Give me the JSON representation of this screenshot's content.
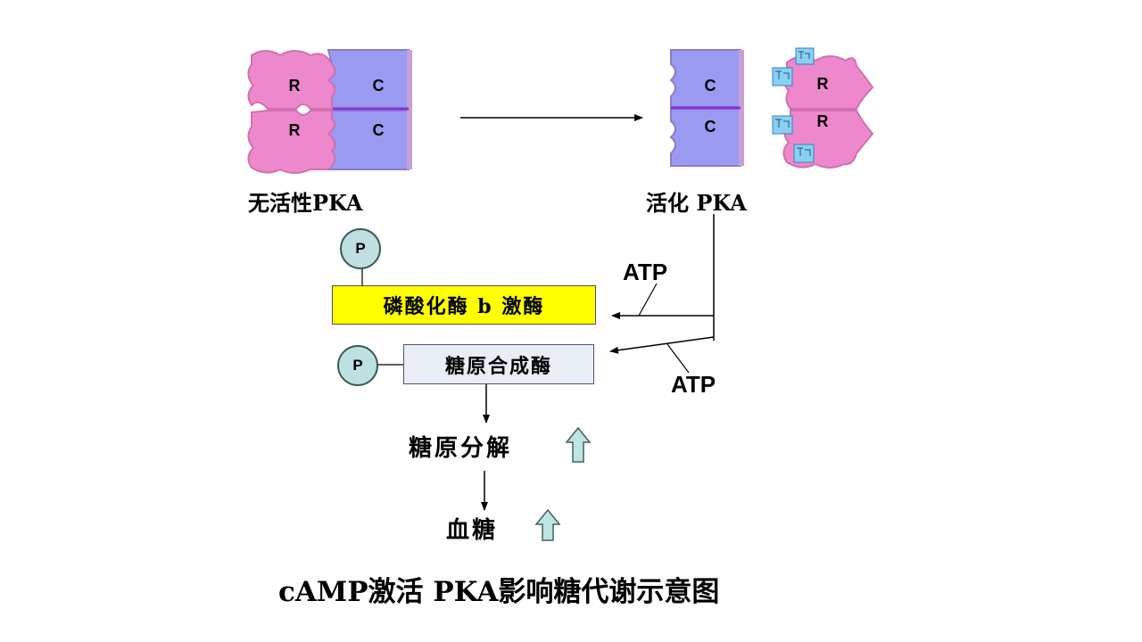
{
  "protein": {
    "r_label": "R",
    "c_label": "C",
    "r_color": "#ee88cc",
    "c_color": "#9a9af0",
    "border_color": "#c8a0d8"
  },
  "labels": {
    "inactive_pka": "无活性PKA",
    "active_pka": "活化 PKA",
    "atp_top": "ATP",
    "atp_bottom": "ATP",
    "glycogenolysis": "糖原分解",
    "blood_sugar": "血糖",
    "caption": "cAMP激活 PKA影响糖代谢示意图"
  },
  "enzymes": {
    "phosphorylase_kinase": "磷酸化酶 b 激酶",
    "glycogen_synthase": "糖原合成酶",
    "p_label": "P",
    "kinase_bg": "#ffff00",
    "synthase_bg": "#e8eef4"
  },
  "camp_icon": "camp-molecule-icon",
  "up_arrow_color": "#bfe4e4"
}
